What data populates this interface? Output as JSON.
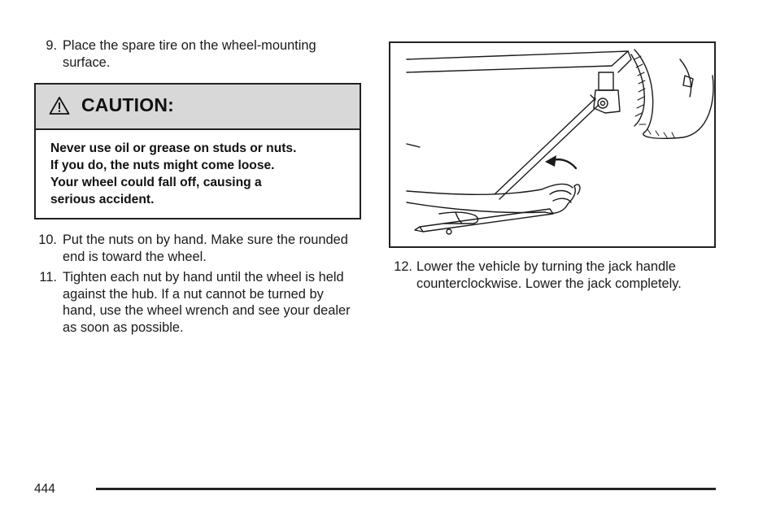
{
  "steps": [
    {
      "number": "9.",
      "text": "Place the spare tire on the wheel-mounting surface."
    },
    {
      "number": "10.",
      "text": "Put the nuts on by hand. Make sure the rounded end is toward the wheel."
    },
    {
      "number": "11.",
      "text": "Tighten each nut by hand until the wheel is held against the hub. If a nut cannot be turned by hand, use the wheel wrench and see your dealer as soon as possible."
    },
    {
      "number": "12.",
      "text": "Lower the vehicle by turning the jack handle counterclockwise. Lower the jack completely."
    }
  ],
  "caution": {
    "title": "CAUTION:",
    "icon": "warning-triangle-icon",
    "lines": [
      "Never use oil or grease on studs or nuts.",
      "If you do, the nuts might come loose.",
      "Your wheel could fall off, causing a",
      "serious accident."
    ]
  },
  "figure": {
    "icon": "jack-handle-illustration"
  },
  "footer": {
    "page_number": "444"
  }
}
